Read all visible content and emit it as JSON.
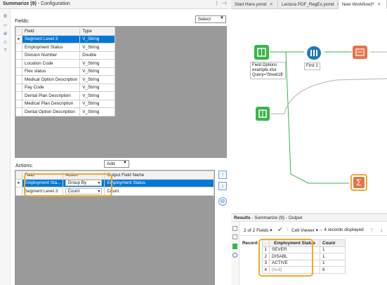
{
  "config": {
    "tool_name": "Summarize (9)",
    "panel_name": "- Configuration",
    "fields_label": "Fields:",
    "select_dropdown": "Select",
    "fields_table": {
      "headers": [
        "Field",
        "Type"
      ],
      "rows": [
        {
          "field": "Segment Level 3",
          "type": "V_String"
        },
        {
          "field": "Employment Status",
          "type": "V_String"
        },
        {
          "field": "Division Number",
          "type": "Double"
        },
        {
          "field": "Location Code",
          "type": "V_String"
        },
        {
          "field": "Flex status",
          "type": "V_String"
        },
        {
          "field": "Medical Option Description",
          "type": "V_String"
        },
        {
          "field": "Pay Code",
          "type": "V_String"
        },
        {
          "field": "Dental Plan Description",
          "type": "V_String"
        },
        {
          "field": "Medical Plan Description",
          "type": "V_String"
        },
        {
          "field": "Dental Option Description",
          "type": "V_String"
        }
      ]
    },
    "actions_label": "Actions:",
    "add_dropdown": "Add",
    "actions_table": {
      "headers": [
        "Field",
        "Action",
        "Output Field Name"
      ],
      "rows": [
        {
          "field": "Employment Sta...",
          "action": "Group By",
          "output": "Employment Status"
        },
        {
          "field": "Segment Level 3",
          "action": "Count",
          "output": "Count"
        }
      ]
    }
  },
  "tabs": [
    {
      "label": "Start Here.yxmd"
    },
    {
      "label": "Lectura PDF_RegEx.yxmd"
    },
    {
      "label": "New Workflow3*"
    }
  ],
  "canvas": {
    "input_caption": [
      "Field Options",
      "example.xlsx",
      "Query='Sheet1$'"
    ],
    "first_caption": "First 1"
  },
  "results": {
    "title": "Results",
    "subtitle": "- Summarize (9) - Output",
    "fields_count": "2 of 2 Fields",
    "cell_viewer": "Cell Viewer",
    "records_displayed": "4 records displayed",
    "table": {
      "headers": [
        "Record",
        "Employment Status",
        "Count"
      ],
      "rows": [
        {
          "record": "1",
          "status": "SEVER",
          "count": "1"
        },
        {
          "record": "2",
          "status": "DISABL",
          "count": "1"
        },
        {
          "record": "3",
          "status": "ACTIVE",
          "count": "1"
        },
        {
          "record": "4",
          "status": "[Null]",
          "count": "6"
        }
      ]
    }
  },
  "colors": {
    "selection": "#0078d7",
    "highlight": "#f0a830",
    "connector": "#3ab54a",
    "input_tool": "#3ab54a",
    "first_tool": "#1f78b4",
    "select_tool": "#e8734a",
    "summarize_tool": "#e8734a"
  }
}
